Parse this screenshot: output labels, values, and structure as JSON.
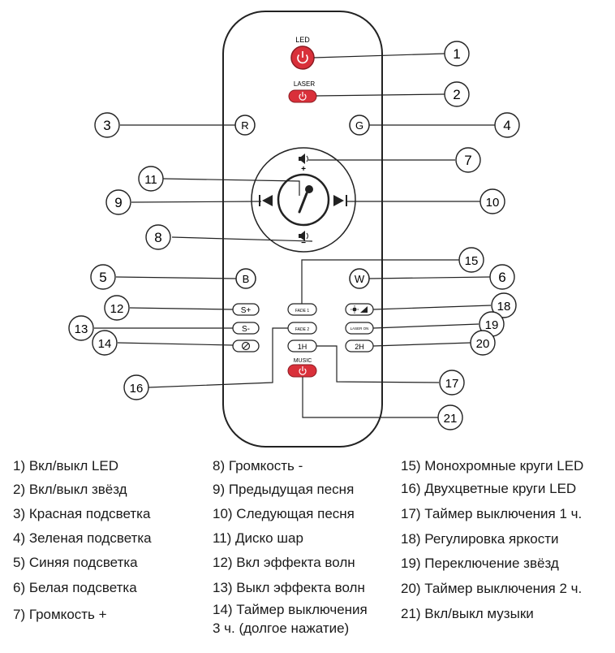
{
  "remote": {
    "led_label": "LED",
    "laser_label": "LASER",
    "music_label": "MUSIC",
    "btn_r": "R",
    "btn_g": "G",
    "btn_b": "B",
    "btn_w": "W",
    "btn_s_plus": "S+",
    "btn_s_minus": "S-",
    "btn_fade1": "FADE 1",
    "btn_fade2": "FADE 2",
    "btn_1h": "1H",
    "btn_2h": "2H",
    "btn_laser_on": "LASER ON",
    "vol_plus_sign": "+",
    "vol_minus_sign": "−"
  },
  "callouts": [
    "1",
    "2",
    "3",
    "4",
    "5",
    "6",
    "7",
    "8",
    "9",
    "10",
    "11",
    "12",
    "13",
    "14",
    "15",
    "16",
    "17",
    "18",
    "19",
    "20",
    "21"
  ],
  "legend": {
    "col1": [
      "1) Вкл/выкл LED",
      "2) Вкл/выкл звёзд",
      "3) Красная подсветка",
      "4) Зеленая подсветка",
      "5) Синяя подсветка",
      "6) Белая подсветка",
      "7) Громкость +"
    ],
    "col2": [
      "8) Громкость -",
      "9) Предыдущая песня",
      "10) Следующая песня",
      "11) Диско шар",
      "12) Вкл эффекта волн",
      "13) Выкл эффекта волн",
      "14) Таймер выключения",
      "3 ч. (долгое нажатие)"
    ],
    "col3": [
      "15) Монохромные круги LED",
      "16) Двухцветные круги LED",
      "17) Таймер выключения 1 ч.",
      "18) Регулировка яркости",
      "19) Переключение звёзд",
      "20) Таймер выключения 2 ч.",
      "21) Вкл/выкл музыки"
    ]
  },
  "colors": {
    "power_red": "#d9303a",
    "outline": "#222222"
  }
}
